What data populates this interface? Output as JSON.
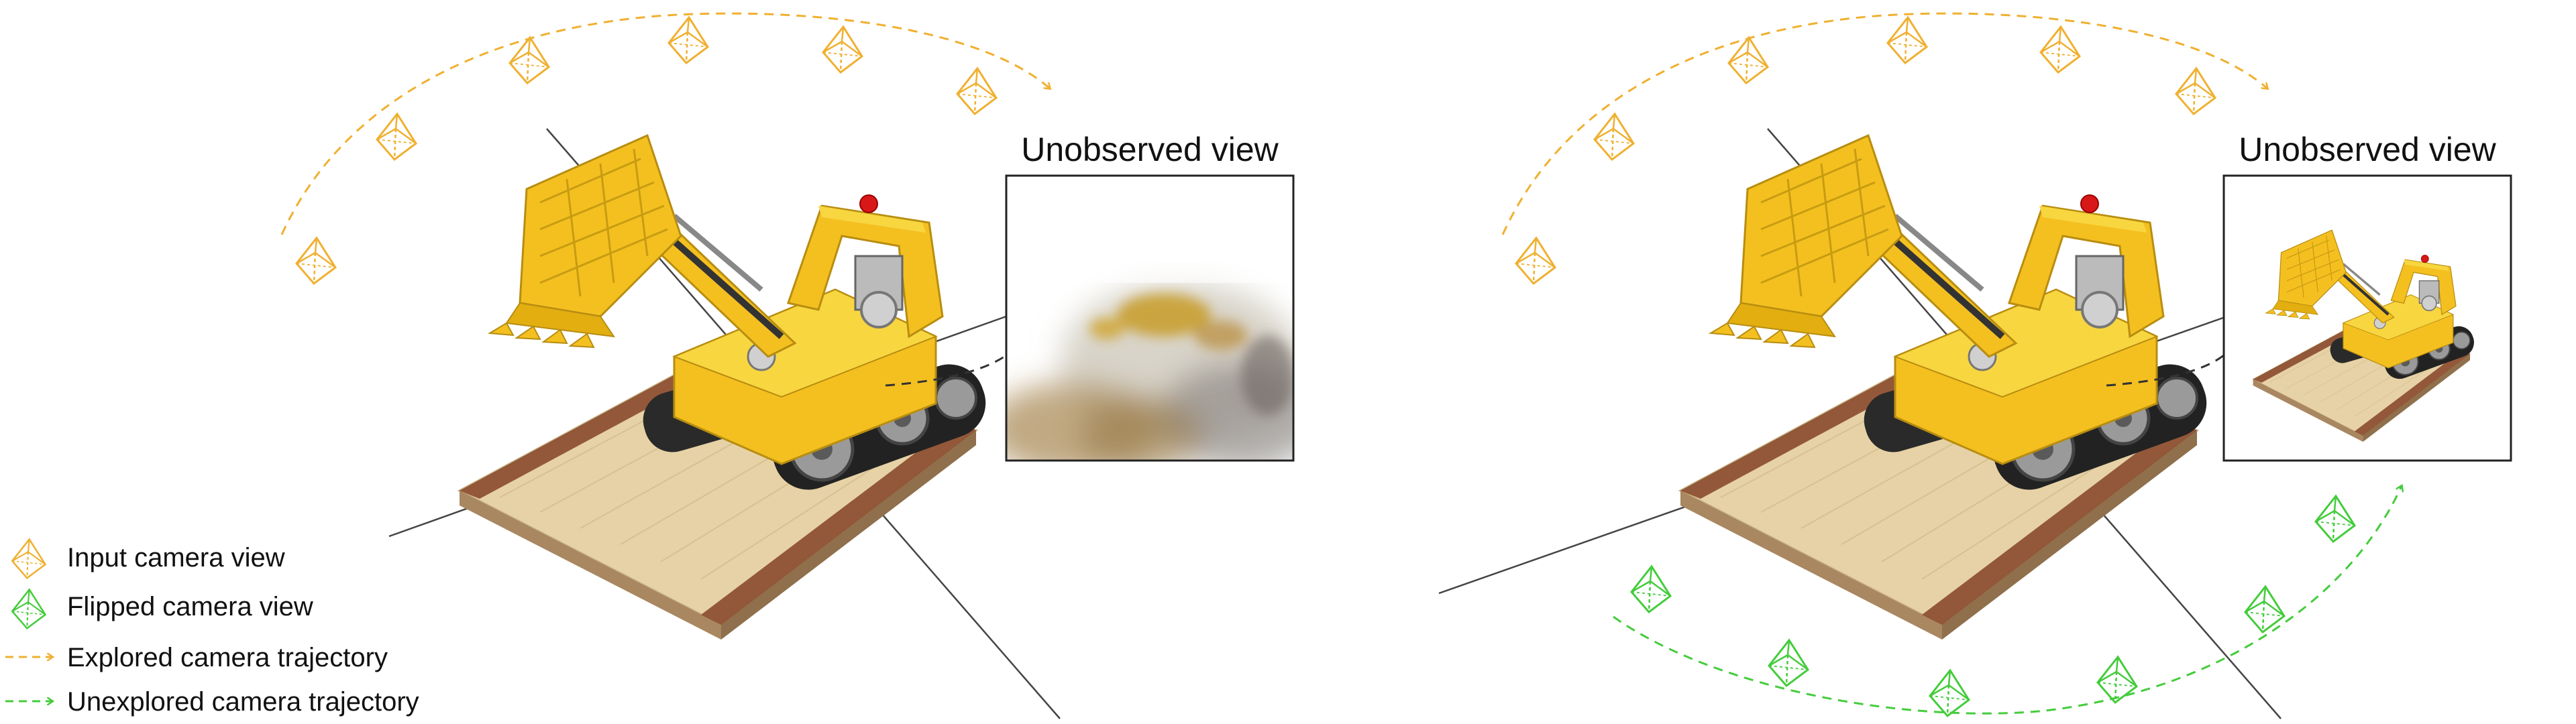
{
  "panels": [
    {
      "inset_label": "Unobserved view",
      "inset_kind": "blurry-render"
    },
    {
      "inset_label": "Unobserved view",
      "inset_kind": "clean-render"
    }
  ],
  "legend": [
    {
      "label": "Input camera view",
      "icon": "input-camera-icon"
    },
    {
      "label": "Flipped camera view",
      "icon": "flipped-camera-icon"
    },
    {
      "label": "Explored camera trajectory",
      "icon": "explored-trajectory-icon"
    },
    {
      "label": "Unexplored camera trajectory",
      "icon": "unexplored-trajectory-icon"
    }
  ],
  "colors": {
    "input_camera": "#f0b030",
    "flipped_camera": "#44cc3c",
    "axis_line": "#444444",
    "link_dash": "#333333",
    "inset_border": "#222222",
    "bulldozer_yellow": "#f4c020",
    "track_dark": "#2a2a2a",
    "plate_tan": "#e6d2a6",
    "plate_brown": "#8a4a2e",
    "beacon_red": "#d81818"
  }
}
